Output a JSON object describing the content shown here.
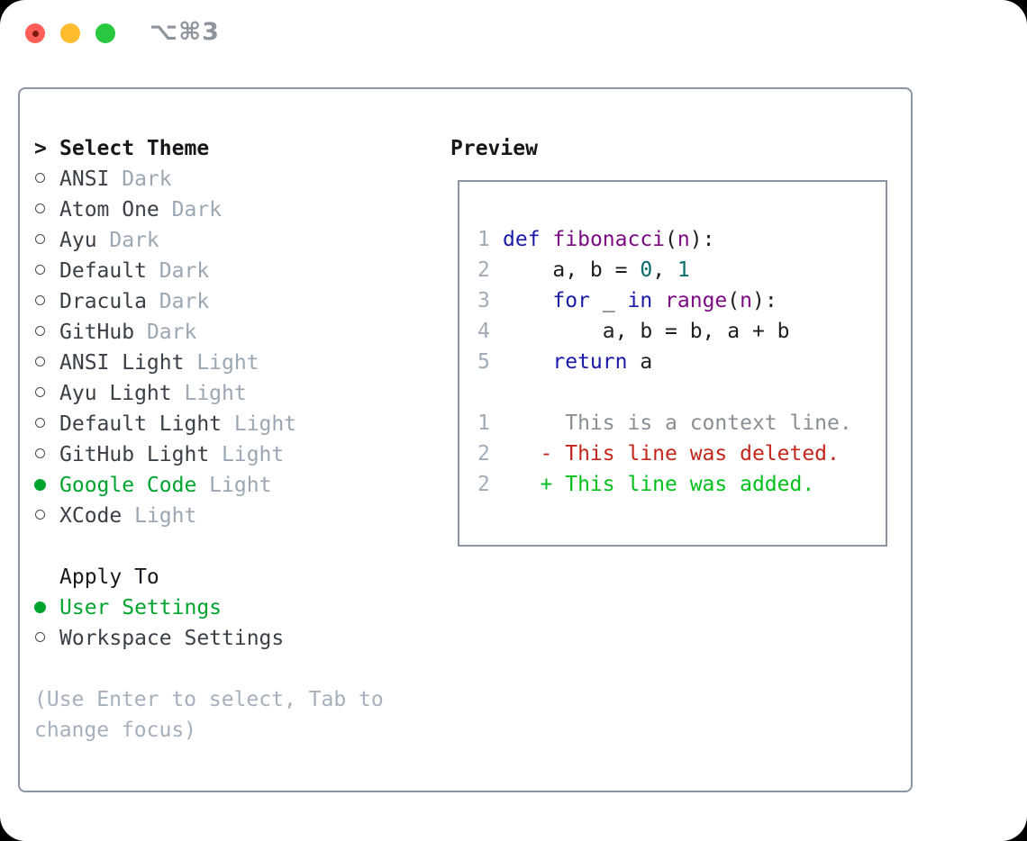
{
  "window": {
    "title": "⌥⌘3"
  },
  "colors": {
    "traffic_red": "#ff5f57",
    "traffic_yellow": "#febc2e",
    "traffic_green": "#28c840",
    "title_gray": "#8e949c",
    "border_gray": "#8b95a3",
    "name_gray": "#3a4046",
    "tag_gray": "#9ba7b3",
    "help_gray": "#a6b0bc",
    "selected_green": "#00a42f",
    "line_number_gray": "#9fabb7",
    "keyword": "#1a1aa8",
    "function_name": "#7c0a84",
    "number": "#096c6c",
    "text": "#1c1e20",
    "context": "#8a8f94",
    "deleted": "#c3271c",
    "added": "#00c01b"
  },
  "theme_selector": {
    "header": {
      "prompt": ">",
      "label": "Select Theme"
    },
    "themes": [
      {
        "label": "ANSI",
        "tag": "Dark",
        "selected": false
      },
      {
        "label": "Atom One",
        "tag": "Dark",
        "selected": false
      },
      {
        "label": "Ayu",
        "tag": "Dark",
        "selected": false
      },
      {
        "label": "Default",
        "tag": "Dark",
        "selected": false
      },
      {
        "label": "Dracula",
        "tag": "Dark",
        "selected": false
      },
      {
        "label": "GitHub",
        "tag": "Dark",
        "selected": false
      },
      {
        "label": "ANSI Light",
        "tag": "Light",
        "selected": false
      },
      {
        "label": "Ayu Light",
        "tag": "Light",
        "selected": false
      },
      {
        "label": "Default Light",
        "tag": "Light",
        "selected": false
      },
      {
        "label": "GitHub Light",
        "tag": "Light",
        "selected": false
      },
      {
        "label": "Google Code",
        "tag": "Light",
        "selected": true
      },
      {
        "label": "XCode",
        "tag": "Light",
        "selected": false
      }
    ],
    "apply_to": {
      "label": "Apply To",
      "options": [
        {
          "label": "User Settings",
          "selected": true
        },
        {
          "label": "Workspace Settings",
          "selected": false
        }
      ]
    },
    "help_text": "(Use Enter to select, Tab to change focus)"
  },
  "preview": {
    "title": "Preview",
    "lines": [
      {
        "num": "1",
        "segments": [
          {
            "c": "kw",
            "t": "def"
          },
          {
            "c": "pl",
            "t": " "
          },
          {
            "c": "fn",
            "t": "fibonacci"
          },
          {
            "c": "pl",
            "t": "("
          },
          {
            "c": "fn",
            "t": "n"
          },
          {
            "c": "pl",
            "t": "):"
          }
        ]
      },
      {
        "num": "2",
        "segments": [
          {
            "c": "pl",
            "t": "    a, b = "
          },
          {
            "c": "num",
            "t": "0"
          },
          {
            "c": "pl",
            "t": ", "
          },
          {
            "c": "num",
            "t": "1"
          }
        ]
      },
      {
        "num": "3",
        "segments": [
          {
            "c": "pl",
            "t": "    "
          },
          {
            "c": "kw",
            "t": "for"
          },
          {
            "c": "pl",
            "t": " _ "
          },
          {
            "c": "kw",
            "t": "in"
          },
          {
            "c": "pl",
            "t": " "
          },
          {
            "c": "fn",
            "t": "range"
          },
          {
            "c": "pl",
            "t": "("
          },
          {
            "c": "fn",
            "t": "n"
          },
          {
            "c": "pl",
            "t": "):"
          }
        ]
      },
      {
        "num": "4",
        "segments": [
          {
            "c": "pl",
            "t": "        a, b = b, a + b"
          }
        ]
      },
      {
        "num": "5",
        "segments": [
          {
            "c": "pl",
            "t": "    "
          },
          {
            "c": "kw",
            "t": "return"
          },
          {
            "c": "pl",
            "t": " a"
          }
        ]
      },
      {
        "num": "",
        "segments": []
      },
      {
        "num": "1",
        "segments": [
          {
            "c": "ctx",
            "t": "     This is a context line."
          }
        ]
      },
      {
        "num": "2",
        "segments": [
          {
            "c": "del",
            "t": "   - This line was deleted."
          }
        ]
      },
      {
        "num": "2",
        "segments": [
          {
            "c": "add",
            "t": "   + This line was added."
          }
        ]
      }
    ]
  }
}
